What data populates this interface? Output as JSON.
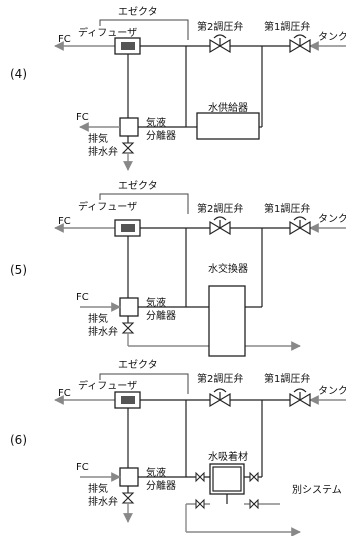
{
  "panels": [
    {
      "label": "(4)",
      "ejector": "エゼクタ",
      "diffuser": "ディフューザ",
      "fc_top": "FC",
      "fc_side": "FC",
      "valve2": "第2調圧弁",
      "valve1": "第1調圧弁",
      "tank": "タンク",
      "separator": "気液\n分離器",
      "drain_valve": "排気\n排水弁",
      "equipment": "水供給器"
    },
    {
      "label": "(5)",
      "ejector": "エゼクタ",
      "diffuser": "ディフューザ",
      "fc_top": "FC",
      "fc_side": "FC",
      "valve2": "第2調圧弁",
      "valve1": "第1調圧弁",
      "tank": "タンク",
      "separator": "気液\n分離器",
      "drain_valve": "排気\n排水弁",
      "equipment": "水交換器"
    },
    {
      "label": "(6)",
      "ejector": "エゼクタ",
      "diffuser": "ディフューザ",
      "fc_top": "FC",
      "fc_side": "FC",
      "valve2": "第2調圧弁",
      "valve1": "第1調圧弁",
      "tank": "タンク",
      "separator": "気液\n分離器",
      "drain_valve": "排気\n排水弁",
      "equipment": "水吸着材",
      "other_system": "別システム"
    }
  ]
}
